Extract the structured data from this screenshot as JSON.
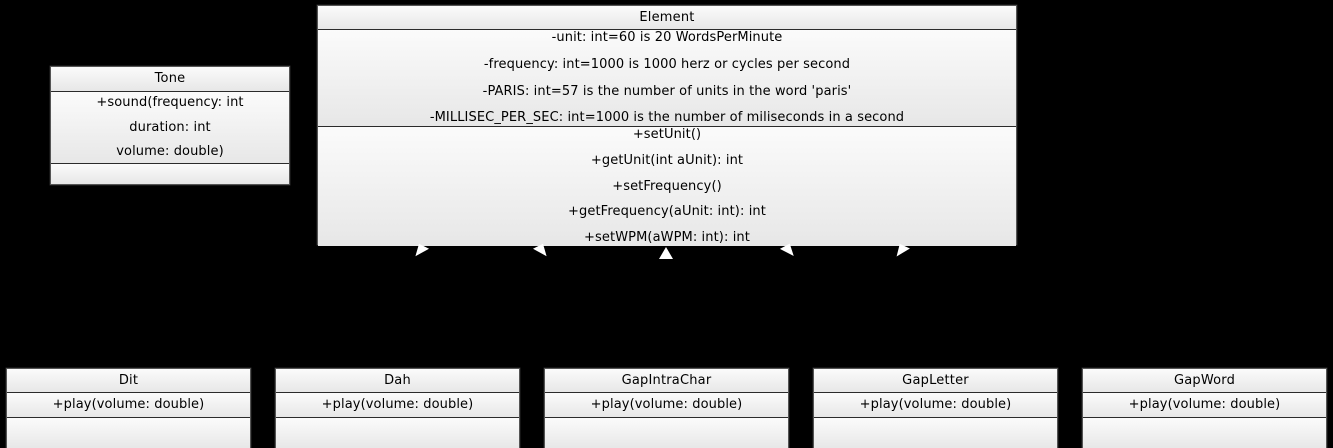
{
  "diagram": {
    "type": "uml-class-diagram",
    "background_color": "#000000",
    "box_fill_color": "#f1f1f1",
    "box_border_color": "#2b2b2b",
    "text_color": "#000000",
    "arrowhead_color": "#ffffff"
  },
  "classes": {
    "tone": {
      "name": "Tone",
      "members": [
        "+sound(frequency: int",
        "duration: int",
        "volume: double)"
      ],
      "third_compartment": ""
    },
    "element": {
      "name": "Element",
      "attributes": [
        "-unit: int=60 is 20 WordsPerMinute",
        "-frequency: int=1000 is 1000 herz or cycles per second",
        "-PARIS: int=57 is the number of units in the word 'paris'",
        "-MILLISEC_PER_SEC: int=1000 is the number of miliseconds in a second"
      ],
      "operations": [
        "+setUnit()",
        "+getUnit(int aUnit): int",
        "+setFrequency()",
        "+getFrequency(aUnit: int): int",
        "+setWPM(aWPM: int): int"
      ]
    },
    "subclasses": [
      {
        "name": "Dit",
        "operations": [
          "+play(volume: double)"
        ],
        "third_compartment": ""
      },
      {
        "name": "Dah",
        "operations": [
          "+play(volume: double)"
        ],
        "third_compartment": ""
      },
      {
        "name": "GapIntraChar",
        "operations": [
          "+play(volume: double)"
        ],
        "third_compartment": ""
      },
      {
        "name": "GapLetter",
        "operations": [
          "+play(volume: double)"
        ],
        "third_compartment": ""
      },
      {
        "name": "GapWord",
        "operations": [
          "+play(volume: double)"
        ],
        "third_compartment": ""
      }
    ]
  },
  "relationships": [
    {
      "from": "Dit",
      "to": "Element",
      "kind": "generalization"
    },
    {
      "from": "Dah",
      "to": "Element",
      "kind": "generalization"
    },
    {
      "from": "GapIntraChar",
      "to": "Element",
      "kind": "generalization"
    },
    {
      "from": "GapLetter",
      "to": "Element",
      "kind": "generalization"
    },
    {
      "from": "GapWord",
      "to": "Element",
      "kind": "generalization"
    }
  ]
}
